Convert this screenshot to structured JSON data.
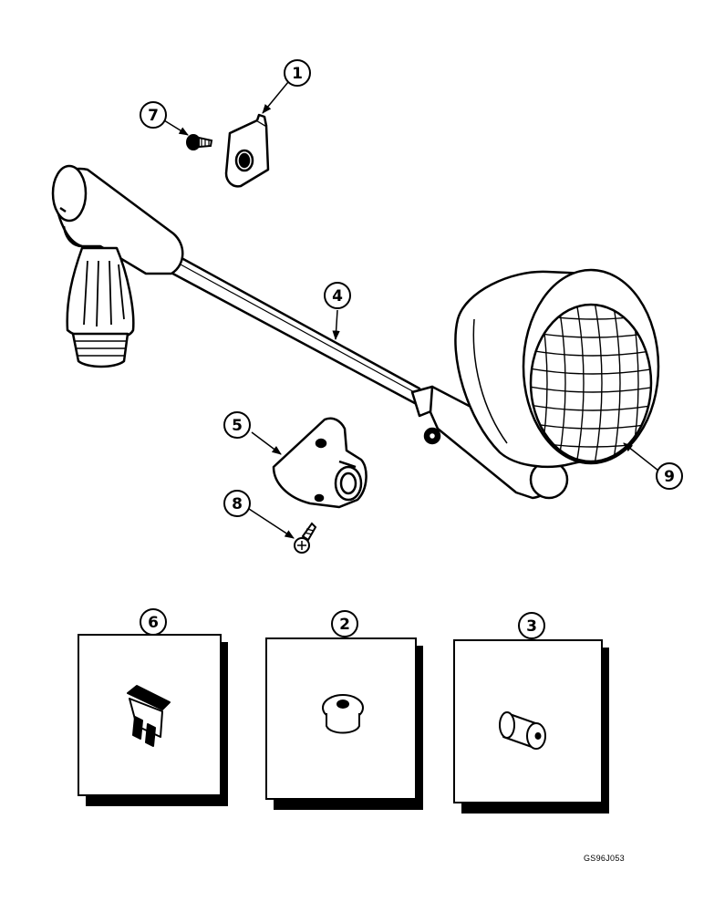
{
  "callouts": [
    {
      "label": "1"
    },
    {
      "label": "7"
    },
    {
      "label": "4"
    },
    {
      "label": "5"
    },
    {
      "label": "8"
    },
    {
      "label": "9"
    },
    {
      "label": "6"
    },
    {
      "label": "2"
    },
    {
      "label": "3"
    }
  ],
  "reference_code": "GS96J053",
  "colors": {
    "ink": "#000000",
    "paper": "#ffffff"
  }
}
